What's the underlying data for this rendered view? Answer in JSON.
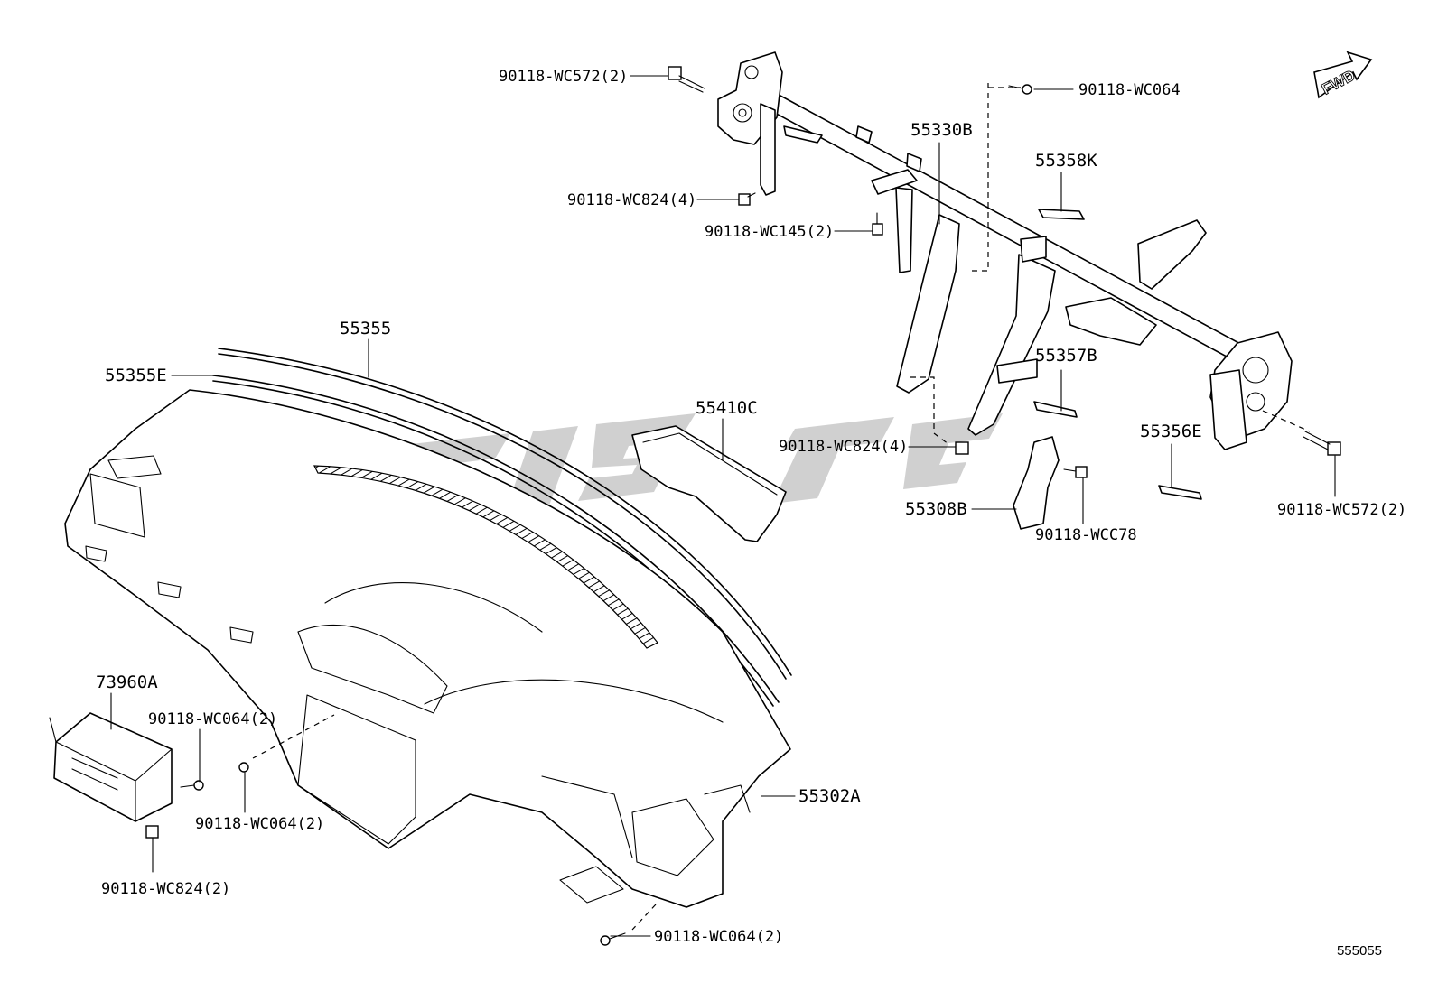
{
  "fwd_label": "FWD",
  "diagram_code": "555055",
  "labels": {
    "p55355": "55355",
    "p55355E": "55355E",
    "p55330B": "55330B",
    "p55358K": "55358K",
    "p55357B": "55357B",
    "p55356E": "55356E",
    "p55410C": "55410C",
    "p55308B": "55308B",
    "p55302A": "55302A",
    "p73960A": "73960A",
    "b_wc572_top": "90118-WC572(2)",
    "b_wc064_top": "90118-WC064",
    "b_wc824_top": "90118-WC824(4)",
    "b_wc145": "90118-WC145(2)",
    "b_wc824_mid": "90118-WC824(4)",
    "b_wcc78": "90118-WCC78",
    "b_wc572_right": "90118-WC572(2)",
    "b_wc064_airbag": "90118-WC064(2)",
    "b_wc064_left": "90118-WC064(2)",
    "b_wc824_bottom": "90118-WC824(2)",
    "b_wc064_bottom": "90118-WC064(2)"
  }
}
